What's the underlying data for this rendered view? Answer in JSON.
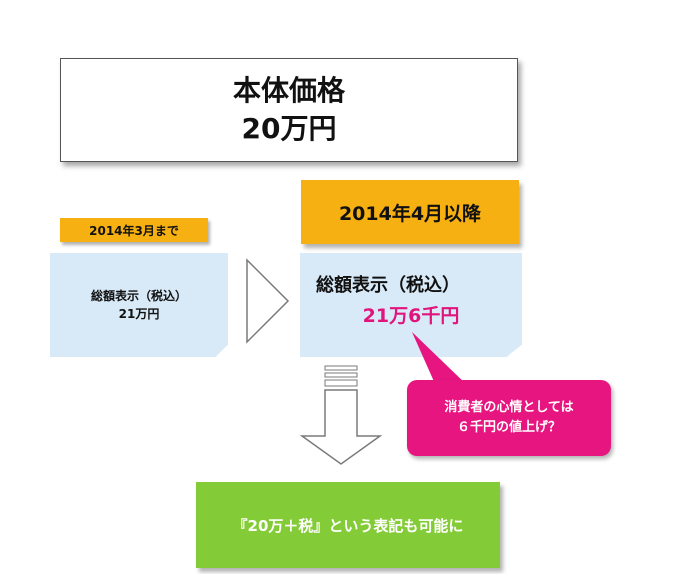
{
  "base_price": {
    "label": "本体価格",
    "value": "20万円"
  },
  "before": {
    "period": "2014年3月まで",
    "label": "総額表示（税込）",
    "value": "21万円"
  },
  "after": {
    "period": "2014年4月以降",
    "label": "総額表示（税込）",
    "value": "21万6千円"
  },
  "callout": {
    "line1": "消費者の心情としては",
    "line2": "６千円の値上げ？"
  },
  "result": {
    "text": "『20万＋税』という表記も可能に"
  },
  "colors": {
    "orange": "#f6b011",
    "light_blue": "#d8eaf8",
    "magenta": "#e6157f",
    "green": "#84cc37",
    "highlight_text": "#e0147a"
  }
}
